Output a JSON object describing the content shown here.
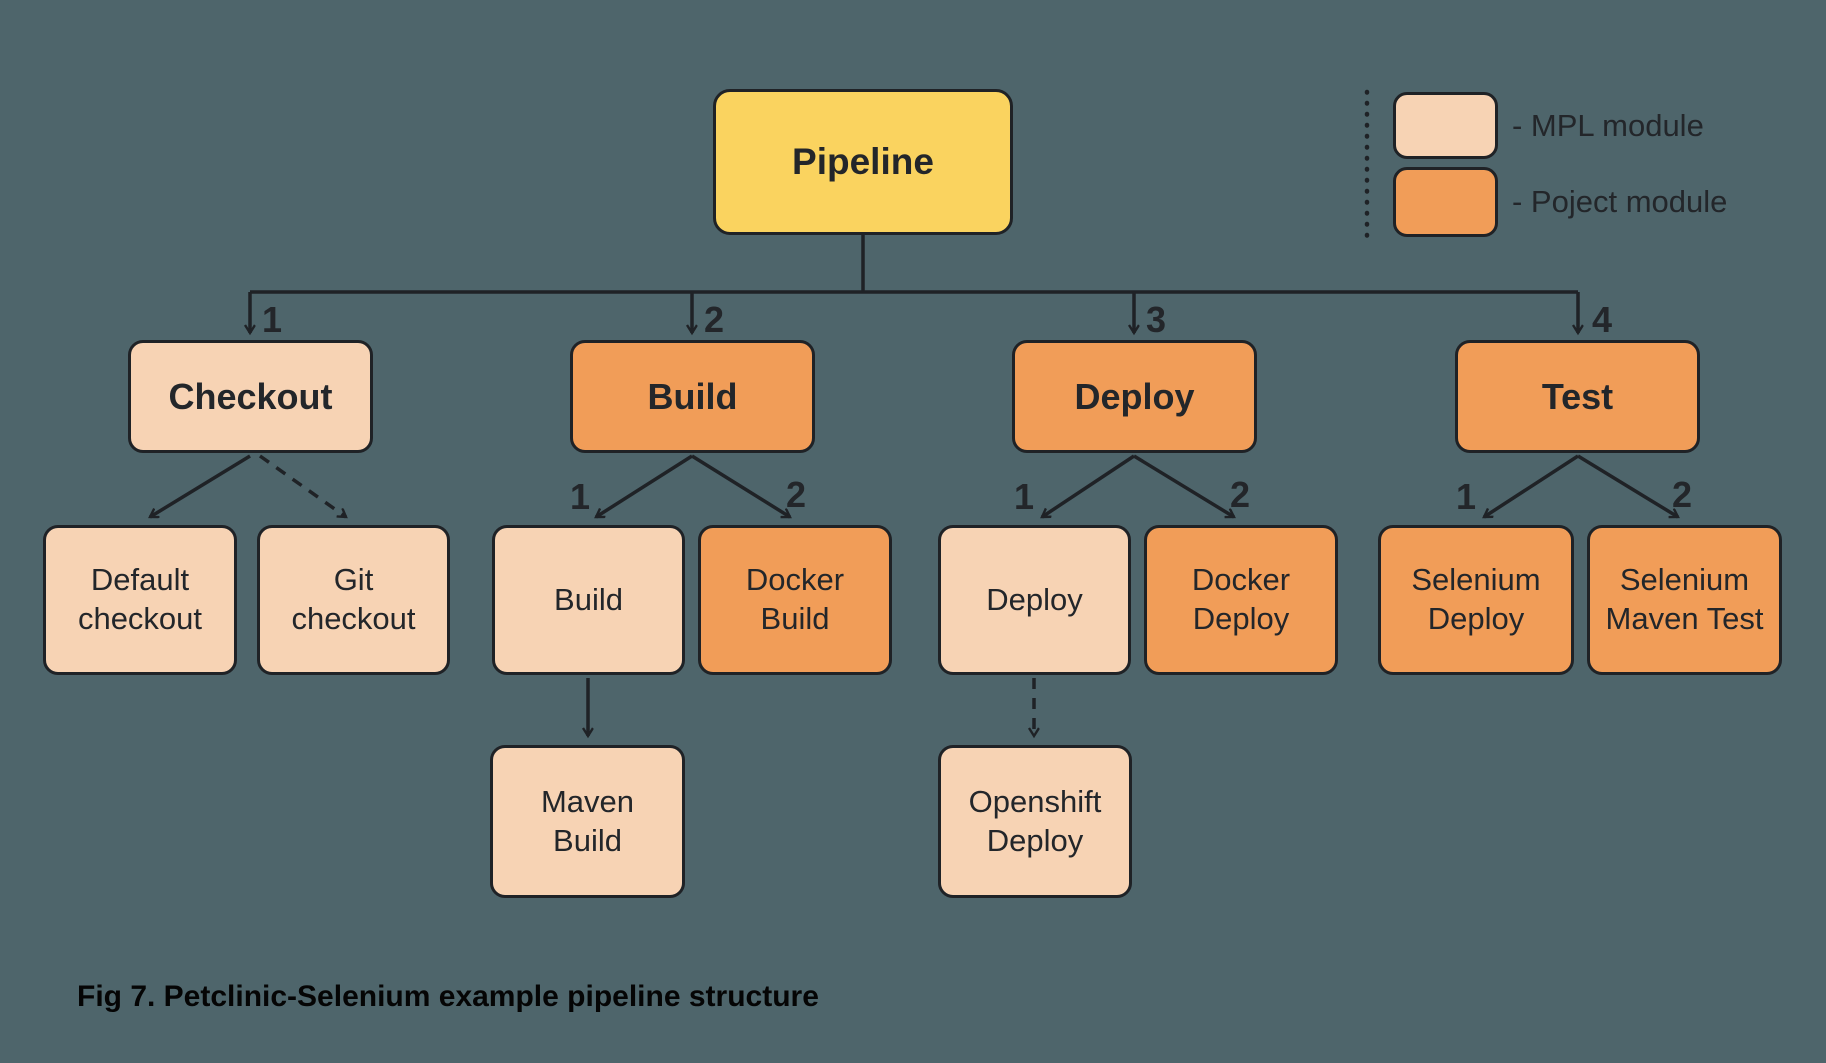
{
  "colors": {
    "background": "#4e656b",
    "root_fill": "#fad35f",
    "mpl_fill": "#f7d3b4",
    "project_fill": "#f19d58",
    "line": "#1f2226",
    "text": "#23262a"
  },
  "root": {
    "label": "Pipeline",
    "type": "root"
  },
  "legend": {
    "items": [
      {
        "label": "- MPL module",
        "type": "mpl"
      },
      {
        "label": "- Poject module",
        "type": "project"
      }
    ]
  },
  "stages": [
    {
      "label": "Checkout",
      "order": "1",
      "module": "MPL",
      "children": [
        {
          "label": "Default checkout",
          "module": "MPL",
          "edge": "solid"
        },
        {
          "label": "Git checkout",
          "module": "MPL",
          "edge": "dashed"
        }
      ]
    },
    {
      "label": "Build",
      "order": "2",
      "module": "Project",
      "children": [
        {
          "label": "Build",
          "order": "1",
          "module": "MPL",
          "edge": "solid",
          "children": [
            {
              "label": "Maven Build",
              "module": "MPL",
              "edge": "solid"
            }
          ]
        },
        {
          "label": "Docker Build",
          "order": "2",
          "module": "Project",
          "edge": "solid"
        }
      ]
    },
    {
      "label": "Deploy",
      "order": "3",
      "module": "Project",
      "children": [
        {
          "label": "Deploy",
          "order": "1",
          "module": "MPL",
          "edge": "solid",
          "children": [
            {
              "label": "Openshift Deploy",
              "module": "MPL",
              "edge": "dashed"
            }
          ]
        },
        {
          "label": "Docker Deploy",
          "order": "2",
          "module": "Project",
          "edge": "solid"
        }
      ]
    },
    {
      "label": "Test",
      "order": "4",
      "module": "Project",
      "children": [
        {
          "label": "Selenium Deploy",
          "order": "1",
          "module": "Project",
          "edge": "solid"
        },
        {
          "label": "Selenium Maven Test",
          "order": "2",
          "module": "Project",
          "edge": "solid"
        }
      ]
    }
  ],
  "caption": "Fig 7. Petclinic-Selenium example pipeline structure"
}
